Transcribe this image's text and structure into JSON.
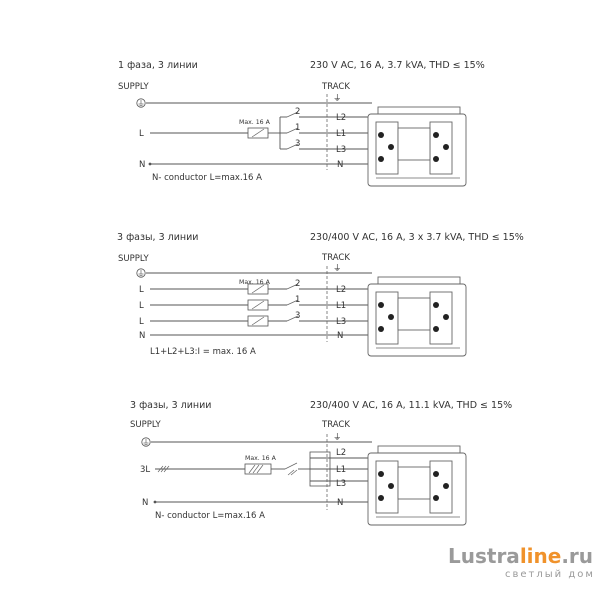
{
  "diagrams": [
    {
      "heading": "1 фаза, 3 линии",
      "spec": "230 V AC, 16 A, 3.7 kVA, THD ≤ 15%",
      "supply": "SUPPLY",
      "track": "TRACK",
      "inputs": [
        "L",
        "N"
      ],
      "breaker_label": "Max. 16 A",
      "switch_numbers": [
        "2",
        "1",
        "3"
      ],
      "track_lines": [
        "L2",
        "L1",
        "L3",
        "N"
      ],
      "note": "N- conductor  L=max.16 A"
    },
    {
      "heading": "3 фазы, 3 линии",
      "spec": "230/400 V AC, 16 A, 3 x 3.7 kVA, THD ≤ 15%",
      "supply": "SUPPLY",
      "track": "TRACK",
      "inputs": [
        "L",
        "L",
        "L",
        "N"
      ],
      "breaker_label": "Max. 16 A",
      "switch_numbers": [
        "2",
        "1",
        "3"
      ],
      "track_lines": [
        "L2",
        "L1",
        "L3",
        "N"
      ],
      "note": "L1+L2+L3:I = max. 16 A"
    },
    {
      "heading": "3 фазы, 3 линии",
      "spec": "230/400 V AC, 16 A, 11.1 kVA, THD ≤ 15%",
      "supply": "SUPPLY",
      "track": "TRACK",
      "inputs": [
        "3L",
        "N"
      ],
      "breaker_label": "Max. 16 A",
      "track_lines": [
        "L2",
        "L1",
        "L3",
        "N"
      ],
      "note": "N- conductor  L=max.16 A"
    }
  ],
  "logo": {
    "name_part1": "Lustra",
    "name_part2": "line",
    "name_part3": ".ru",
    "tagline": "светлый дом",
    "accent_color": "#f0922b",
    "text_color": "#9a9a9a"
  }
}
